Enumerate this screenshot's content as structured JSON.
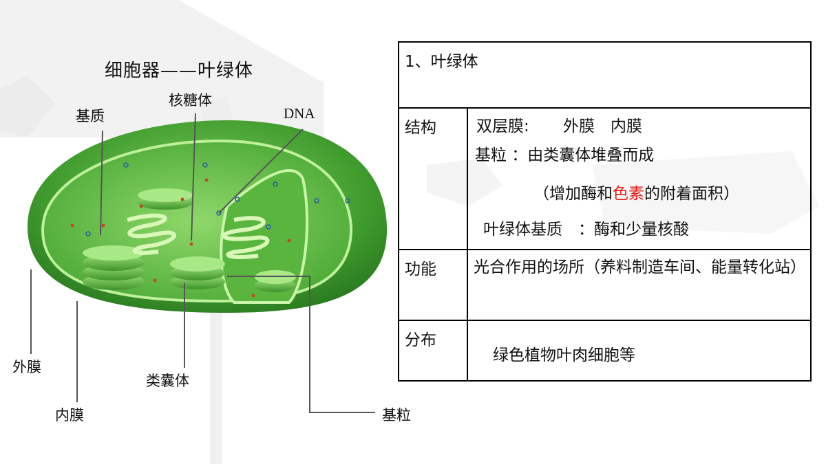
{
  "diagram": {
    "title": "细胞器——叶绿体",
    "labels": {
      "matrix": "基质",
      "ribosome": "核糖体",
      "dna": "DNA",
      "outer_membrane": "外膜",
      "inner_membrane": "内膜",
      "thylakoid": "类囊体",
      "granum": "基粒"
    }
  },
  "table": {
    "header": "1、叶绿体",
    "rows": {
      "structure": {
        "label": "结构",
        "line1_a": "双层膜:",
        "line1_b": "外膜　内膜",
        "line2": "基粒 ：由类囊体堆叠而成",
        "line3_a": "（增加酶和",
        "line3_red": "色素",
        "line3_b": "的附着面积）",
        "line4": "叶绿体基质　：酶和少量核酸"
      },
      "function": {
        "label": "功能",
        "text": "光合作用的场所（养料制造车间、能量转化站）"
      },
      "distribution": {
        "label": "分布",
        "text": "绿色植物叶肉细胞等"
      }
    }
  },
  "colors": {
    "highlight": "#e0201c",
    "chloroplast": "#3e9a2c"
  }
}
